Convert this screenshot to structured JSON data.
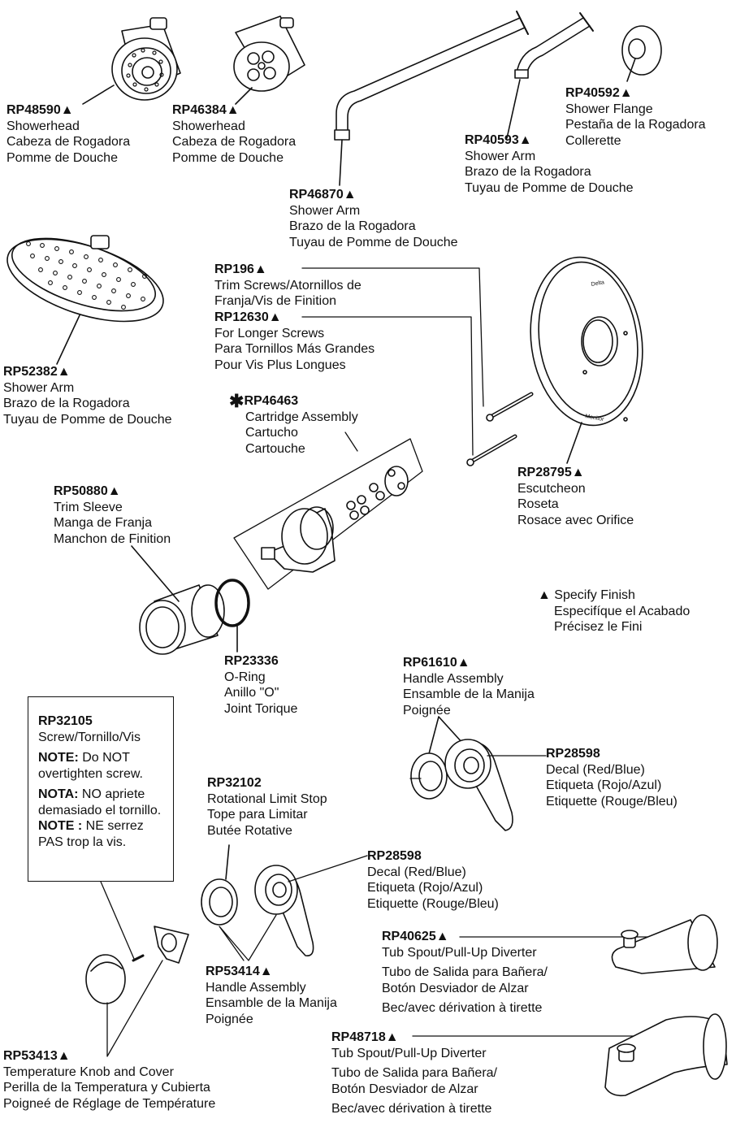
{
  "parts": {
    "rp48590": {
      "part": "RP48590",
      "mark": "▲",
      "lines": [
        "Showerhead",
        "Cabeza de Rogadora",
        "Pomme de Douche"
      ]
    },
    "rp46384": {
      "part": "RP46384",
      "mark": "▲",
      "lines": [
        "Showerhead",
        "Cabeza de Rogadora",
        "Pomme de Douche"
      ]
    },
    "rp46870": {
      "part": "RP46870",
      "mark": "▲",
      "lines": [
        "Shower Arm",
        "Brazo de la Rogadora",
        "Tuyau de Pomme de Douche"
      ]
    },
    "rp40593": {
      "part": "RP40593",
      "mark": "▲",
      "lines": [
        "Shower Arm",
        "Brazo de la Rogadora",
        "Tuyau de Pomme de Douche"
      ]
    },
    "rp40592": {
      "part": "RP40592",
      "mark": "▲",
      "lines": [
        "Shower Flange",
        "Pestaña de la Rogadora",
        "Collerette"
      ]
    },
    "rp52382": {
      "part": "RP52382",
      "mark": "▲",
      "lines": [
        "Shower Arm",
        "Brazo de la Rogadora",
        "Tuyau de Pomme de Douche"
      ]
    },
    "rp196": {
      "part": "RP196",
      "mark": "▲",
      "lines": [
        "Trim Screws/Atornillos de",
        "Franja/Vis de Finition"
      ]
    },
    "rp12630": {
      "part": "RP12630",
      "mark": "▲",
      "lines": [
        "For Longer Screws",
        "Para Tornillos Más Grandes",
        "Pour Vis Plus Longues"
      ]
    },
    "rp46463": {
      "prefix": "✱",
      "part": "RP46463",
      "mark": "",
      "lines": [
        "Cartridge Assembly",
        "Cartucho",
        "Cartouche"
      ]
    },
    "rp28795": {
      "part": "RP28795",
      "mark": "▲",
      "lines": [
        "Escutcheon",
        "Roseta",
        "Rosace avec Orifice"
      ]
    },
    "rp50880": {
      "part": "RP50880",
      "mark": "▲",
      "lines": [
        "Trim Sleeve",
        "Manga de Franja",
        "Manchon de Finition"
      ]
    },
    "rp23336": {
      "part": "RP23336",
      "mark": "",
      "lines": [
        "O-Ring",
        "Anillo \"O\"",
        "Joint Torique"
      ]
    },
    "rp61610": {
      "part": "RP61610",
      "mark": "▲",
      "lines": [
        "Handle Assembly",
        "Ensamble de la Manija",
        "Poignée"
      ]
    },
    "rp28598a": {
      "part": "RP28598",
      "mark": "",
      "lines": [
        "Decal (Red/Blue)",
        "Etiqueta (Rojo/Azul)",
        "Etiquette (Rouge/Bleu)"
      ]
    },
    "rp32102": {
      "part": "RP32102",
      "mark": "",
      "lines": [
        "Rotational Limit Stop",
        "Tope para Limitar",
        "Butée Rotative"
      ]
    },
    "rp28598b": {
      "part": "RP28598",
      "mark": "",
      "lines": [
        "Decal (Red/Blue)",
        "Etiqueta (Rojo/Azul)",
        "Etiquette (Rouge/Bleu)"
      ]
    },
    "rp53414": {
      "part": "RP53414",
      "mark": "▲",
      "lines": [
        "Handle Assembly",
        "Ensamble de la Manija",
        "Poignée"
      ]
    },
    "rp40625": {
      "part": "RP40625",
      "mark": "▲",
      "lines": [
        "Tub Spout/Pull-Up Diverter",
        "Tubo de Salida para Bañera/",
        "Botón Desviador de Alzar",
        "Bec/avec dérivation à tirette"
      ]
    },
    "rp48718": {
      "part": "RP48718",
      "mark": "▲",
      "lines": [
        "Tub Spout/Pull-Up Diverter",
        "Tubo de Salida para Bañera/",
        "Botón Desviador de Alzar",
        "Bec/avec dérivation à tirette"
      ]
    },
    "rp53413": {
      "part": "RP53413",
      "mark": "▲",
      "lines": [
        "Temperature Knob and Cover",
        "Perilla de la Temperatura y Cubierta",
        "Poigneé de Réglage de Température"
      ]
    }
  },
  "legend": {
    "mark": "▲",
    "lines": [
      "Specify Finish",
      "Especifíque el Acabado",
      "Précisez le Fini"
    ]
  },
  "note_box": {
    "part": "RP32105",
    "desc": "Screw/Tornillo/Vis",
    "notes": [
      {
        "label": "NOTE:",
        "text": " Do NOT overtighten screw."
      },
      {
        "label": "NOTA:",
        "text": "  NO apriete demasiado el tornillo."
      },
      {
        "label": "NOTE :",
        "text": " NE serrez PAS trop la vis."
      }
    ]
  },
  "escutcheon_text": {
    "top": "Delta",
    "bottom": "Monitor"
  }
}
